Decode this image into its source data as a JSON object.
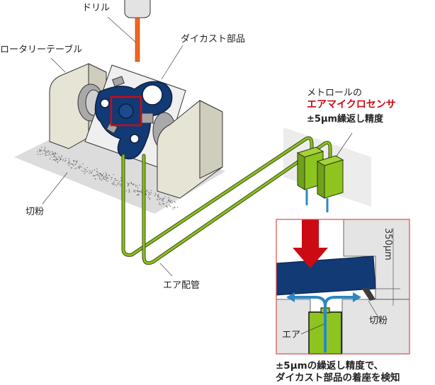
{
  "labels": {
    "drill": "ドリル",
    "rotary_table": "ロータリーテーブル",
    "die_cast_part": "ダイカスト部品",
    "chips": "切粉",
    "air_piping": "エア配管",
    "sensor_line1": "メトロールの",
    "sensor_line2": "エアマイクロセンサ",
    "sensor_line3": "±5μm繰返し精度"
  },
  "detail": {
    "gap": "350μm",
    "air": "エア",
    "chips": "切粉"
  },
  "caption": {
    "line1": "±5μmの繰返し精度で、",
    "line2": "ダイカスト部品の着座を検知"
  },
  "colors": {
    "part_blue": "#123a74",
    "pipe_green": "#8cc021",
    "sensor_green": "#8ec420",
    "drill_orange": "#f26522",
    "highlight_red": "#cc0a14",
    "air_blue": "#2d87c3",
    "base_beige": "#e6e4d4",
    "floor_gray": "#d9d9d9"
  }
}
